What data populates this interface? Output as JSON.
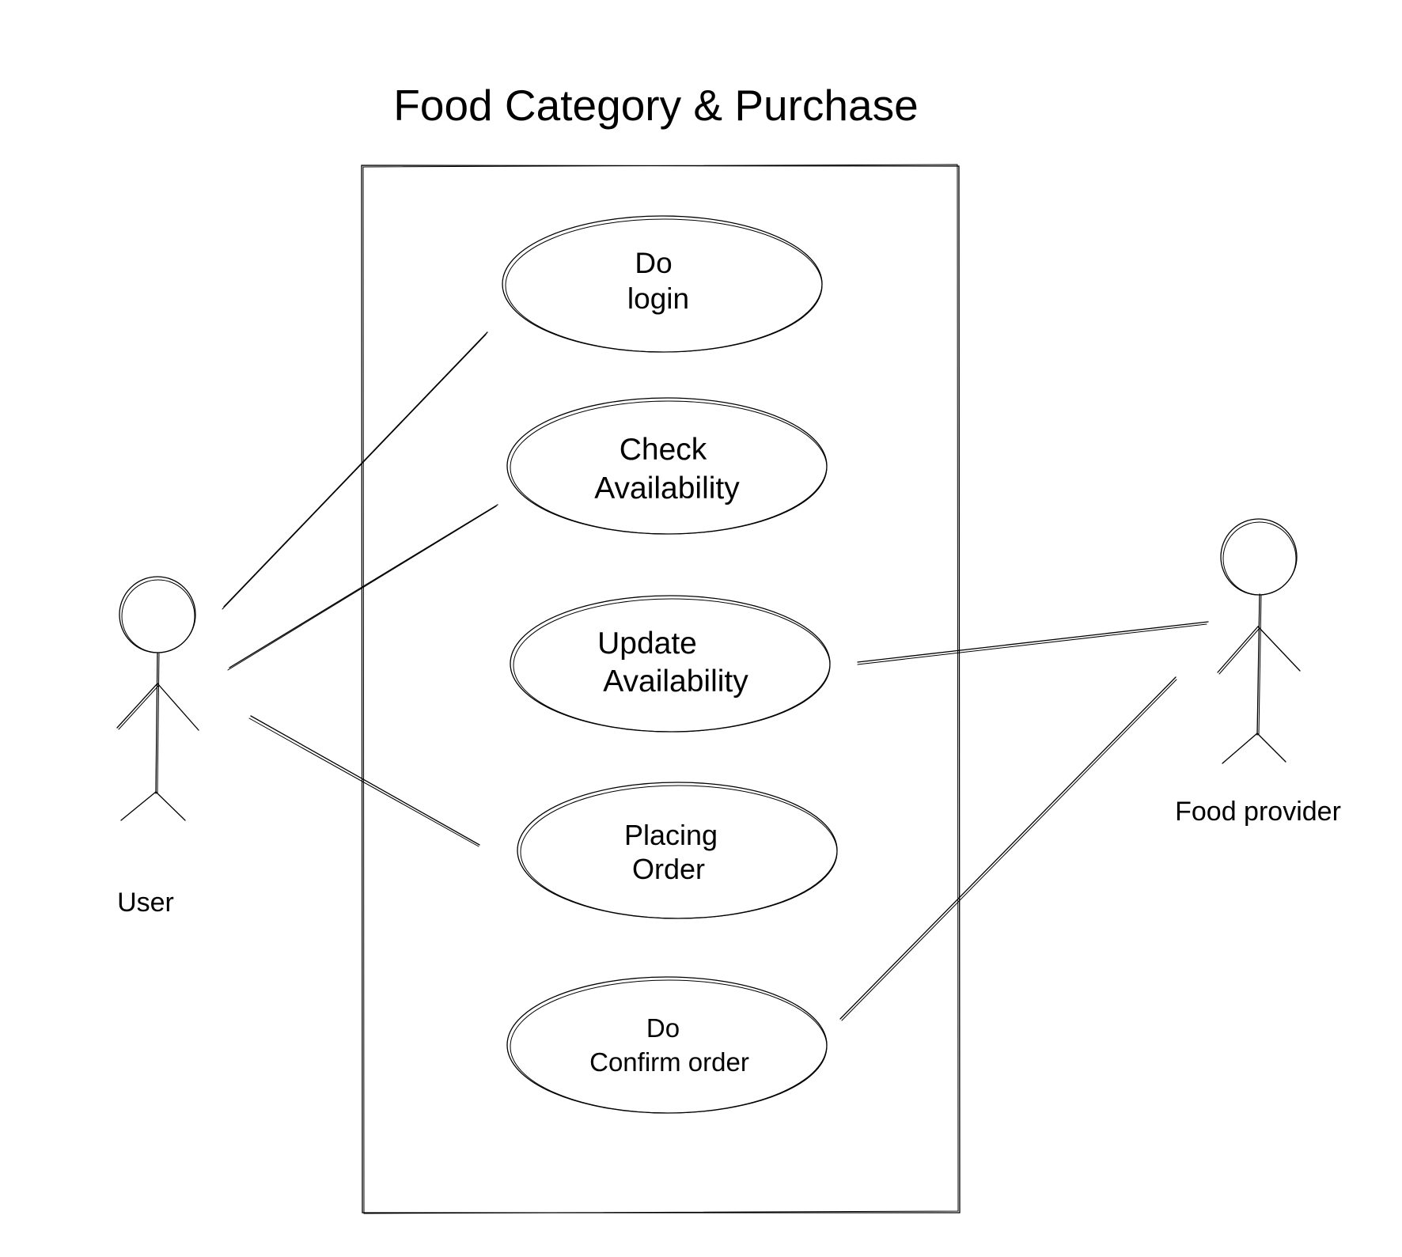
{
  "title": "Food Category & Purchase",
  "actors": {
    "user": {
      "label": "User"
    },
    "provider": {
      "label": "Food provider"
    }
  },
  "use_cases": [
    {
      "line1": "Do",
      "line2": "login"
    },
    {
      "line1": "Check",
      "line2": "Availability"
    },
    {
      "line1": "Update",
      "line2": "Availability"
    },
    {
      "line1": "Placing",
      "line2": "Order"
    },
    {
      "line1": "Do",
      "line2": "Confirm order"
    }
  ],
  "associations": [
    {
      "actor": "User",
      "use_case": "Do login"
    },
    {
      "actor": "User",
      "use_case": "Check Availability"
    },
    {
      "actor": "User",
      "use_case": "Placing Order"
    },
    {
      "actor": "Food provider",
      "use_case": "Update Availability"
    },
    {
      "actor": "Food provider",
      "use_case": "Do Confirm order"
    }
  ],
  "colors": {
    "ink": "#000000",
    "background": "#ffffff"
  }
}
